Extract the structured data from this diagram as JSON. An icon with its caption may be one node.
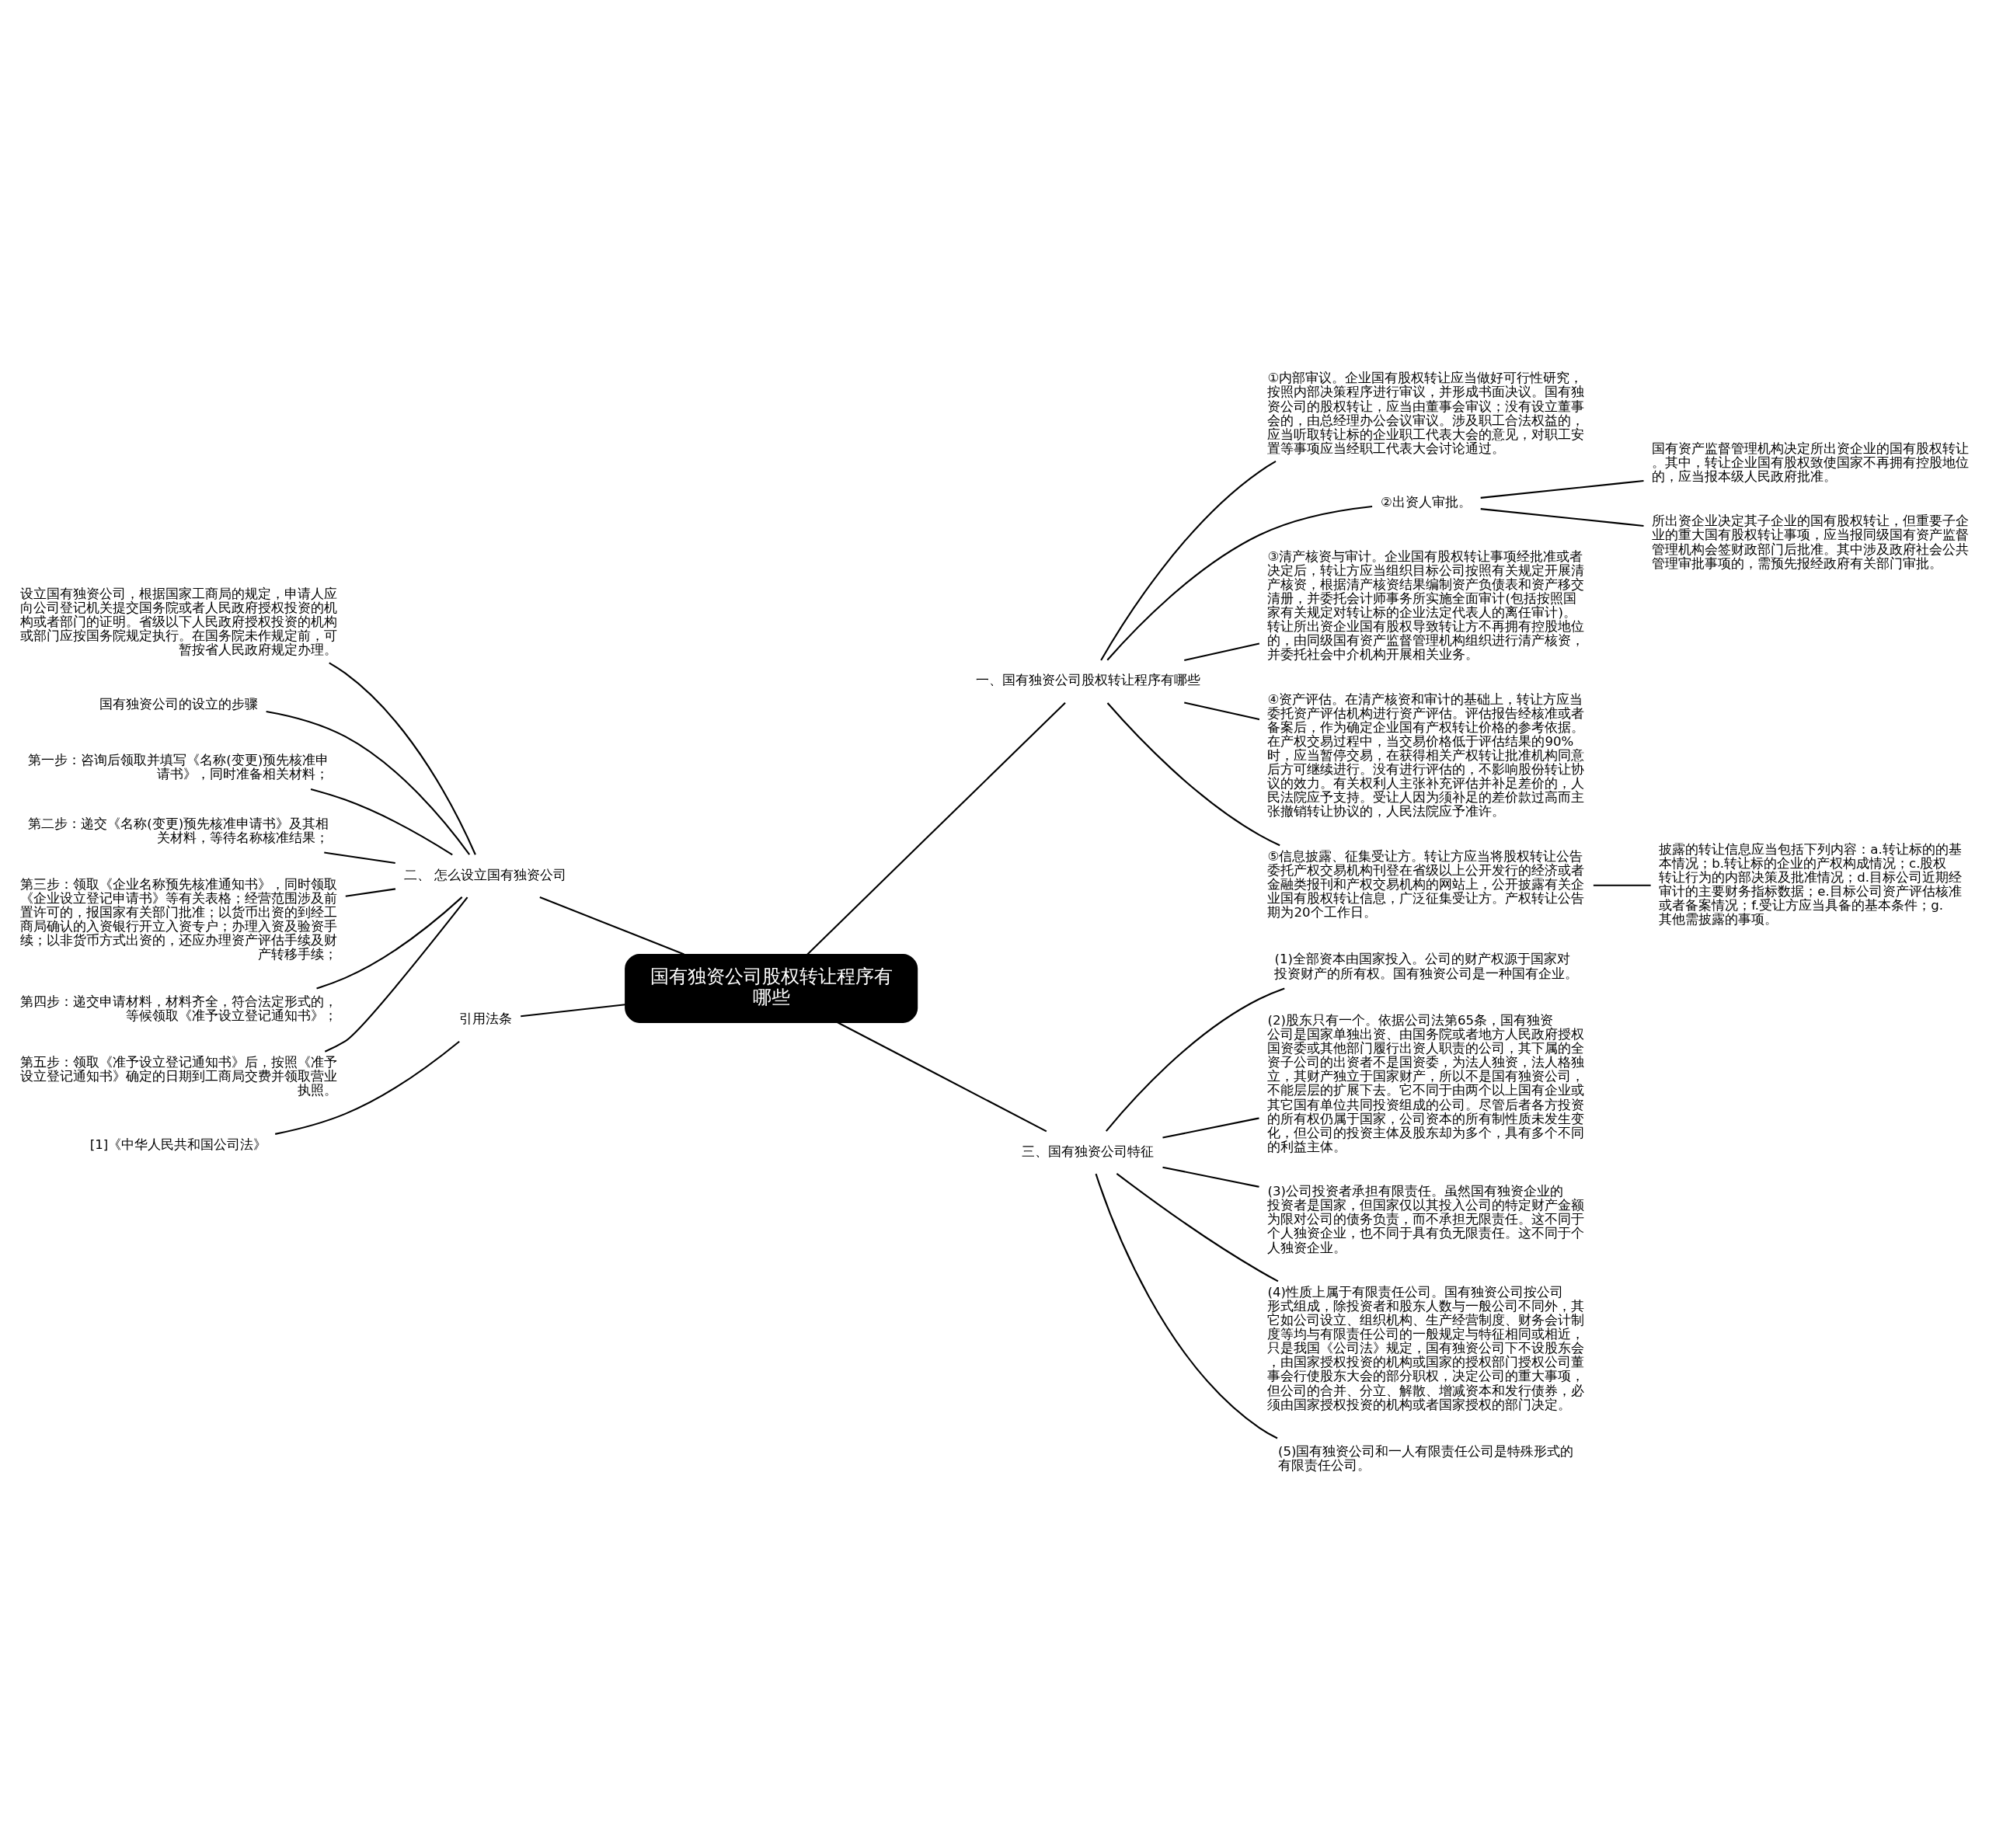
{
  "diagram": {
    "nodes": [
      {
        "text": [
          "国有独资公司股权转让程序有哪些"
        ]
      },
      {
        "text": [
          "一、国有独资公司股权转让程序有哪些"
        ]
      },
      {
        "text": [
          "①内部审议。企业国有股权转让应当做好可行性研究，按照内部决策程序进行审议，并形成书面决议。国有独资公司的股权转让，应当由董事会审议；没有设立董事会的，由总经理办公会议审议。涉及职工合法权益的，应当听取转让标的企业职工代表大会的意见，对职工安置等事项应当经职工代表大会讨论通过。"
        ]
      },
      {
        "text": [
          "②出资人审批。"
        ]
      },
      {
        "text": [
          "国有资产监督管理机构决定所出资企业的国有股权转让。其中，转让企业国有股权致使国家不再拥有控股地位的，应当报本级人民政府批准。"
        ]
      },
      {
        "text": [
          "所出资企业决定其子企业的国有股权转让，但重要子企业的重大国有股权转让事项，应当报同级国有资产监督管理机构会签财政部门后批准。其中涉及政府社会公共管理审批事项的，需预先报经政府有关部门审批。"
        ]
      },
      {
        "text": [
          "③清产核资与审计。企业国有股权转让事项经批准或者决定后，转让方应当组织目标公司按照有关规定开展清产核资，根据清产核资结果编制资产负债表和资产移交清册，并委托会计师事务所实施全面审计(包括按照国家有关规定对转让标的企业法定代表人的离任审计)。转让所出资企业国有股权导致转让方不再拥有控股地位的，由同级国有资产监督管理机构组织进行清产核资，并委托社会中介机构开展相关业务。"
        ]
      },
      {
        "text": [
          "④资产评估。在清产核资和审计的基础上，转让方应当委托资产评估机构进行资产评估。评估报告经核准或者备案后，作为确定企业国有产权转让价格的参考依据。在产权交易过程中，当交易价格低于评估结果的90%时，应当暂停交易，在获得相关产权转让批准机构同意后方可继续进行。没有进行评估的，不影响股份转让协议的效力。有关权利人主张补充评估并补足差价的，人民法院应予支持。受让人因为须补足的差价款过高而主张撤销转让协议的，人民法院应予准许。"
        ]
      },
      {
        "text": [
          "⑤信息披露、征集受让方。转让方应当将股权转让公告委托产权交易机构刊登在省级以上公开发行的经济或者金融类报刊和产权交易机构的网站上，公开披露有关企业国有股权转让信息，广泛征集受让方。产权转让公告期为20个工作日。"
        ]
      },
      {
        "text": [
          "披露的转让信息应当包括下列内容：a.转让标的的基本情况；b.转让标的企业的产权构成情况；c.股权转让行为的内部决策及批准情况；d.目标公司近期经审计的主要财务指标数据；e.目标公司资产评估核准或者备案情况；f.受让方应当具备的基本条件；g.其他需披露的事项。"
        ]
      },
      {
        "text": [
          "二、 怎么设立国有独资公司"
        ]
      },
      {
        "text": [
          "设立国有独资公司，根据国家工商局的规定，申请人应向公司登记机关提交国务院或者人民政府授权投资的机构或者部门的证明。省级以下人民政府授权投资的机构或部门应按国务院规定执行。在国务院未作规定前，可暂按省人民政府规定办理。"
        ]
      },
      {
        "text": [
          "国有独资公司的设立的步骤"
        ]
      },
      {
        "text": [
          "第一步：咨询后领取并填写《名称(变更)预先核准申请书》，同时准备相关材料；"
        ]
      },
      {
        "text": [
          "第二步：递交《名称(变更)预先核准申请书》及其相关材料，等待名称核准结果；"
        ]
      },
      {
        "text": [
          "第三步：领取《企业名称预先核准通知书》，同时领取《企业设立登记申请书》等有关表格；经营范围涉及前置许可的，报国家有关部门批准；以货币出资的到经工商局确认的入资银行开立入资专户；办理入资及验资手续；以非货币方式出资的，还应办理资产评估手续及财产转移手续；"
        ]
      },
      {
        "text": [
          "第四步：递交申请材料，材料齐全，符合法定形式的，等候领取《准予设立登记通知书》；"
        ]
      },
      {
        "text": [
          "第五步：领取《准予设立登记通知书》后，按照《准予设立登记通知书》确定的日期到工商局交费并领取营业执照。"
        ]
      },
      {
        "text": [
          "引用法条"
        ]
      },
      {
        "text": [
          "[1]《中华人民共和国公司法》"
        ]
      },
      {
        "text": [
          "三、国有独资公司特征"
        ]
      },
      {
        "text": [
          "(1)全部资本由国家投入。公司的财产权源于国家对投资财产的所有权。国有独资公司是一种国有企业。"
        ]
      },
      {
        "text": [
          "(2)股东只有一个。依据公司法第65条，国有独资公司是国家单独出资、由国务院或者地方人民政府授权国资委或其他部门履行出资人职责的公司，其下属的全资子公司的出资者不是国资委，为法人独资，法人格独立，其财产独立于国家财产，所以不是国有独资公司，不能层层的扩展下去。它不同于由两个以上国有企业或其它国有单位共同投资组成的公司。尽管后者各方投资的所有权仍属于国家，公司资本的所有制性质未发生变化，但公司的投资主体及股东却为多个，具有多个不同的利益主体。"
        ]
      },
      {
        "text": [
          "(3)公司投资者承担有限责任。虽然国有独资企业的投资者是国家，但国家仅以其投入公司的特定财产金额为限对公司的债务负责，而不承担无限责任。这不同于个人独资企业，也不同于具有负无限责任。这不同于个人独资企业。"
        ]
      },
      {
        "text": [
          "(4)性质上属于有限责任公司。国有独资公司按公司形式组成，除投资者和股东人数与一般公司不同外，其它如公司设立、组织机构、生产经营制度、财务会计制度等均与有限责任公司的一般规定与特征相同或相近，只是我国《公司法》规定，国有独资公司下不设股东会，由国家授权投资的机构或国家的授权部门授权公司董事会行使股东大会的部分职权，决定公司的重大事项，但公司的合并、分立、解散、增减资本和发行债券，必须由国家授权投资的机构或者国家授权的部门决定。"
        ]
      },
      {
        "text": [
          "(5)国有独资公司和一人有限责任公司是特殊形式的有限责任公司。"
        ]
      }
    ],
    "edges": [
      {
        "from": 0,
        "to": 1,
        "arrow": "none"
      },
      {
        "from": 1,
        "to": 2,
        "arrow": "none"
      },
      {
        "from": 1,
        "to": 3,
        "arrow": "none"
      },
      {
        "from": 3,
        "to": 4,
        "arrow": "none"
      },
      {
        "from": 3,
        "to": 5,
        "arrow": "none"
      },
      {
        "from": 1,
        "to": 6,
        "arrow": "none"
      },
      {
        "from": 1,
        "to": 7,
        "arrow": "none"
      },
      {
        "from": 1,
        "to": 8,
        "arrow": "none"
      },
      {
        "from": 8,
        "to": 9,
        "arrow": "none"
      },
      {
        "from": 0,
        "to": 10,
        "arrow": "none"
      },
      {
        "from": 10,
        "to": 11,
        "arrow": "none"
      },
      {
        "from": 10,
        "to": 12,
        "arrow": "none"
      },
      {
        "from": 10,
        "to": 13,
        "arrow": "none"
      },
      {
        "from": 10,
        "to": 14,
        "arrow": "none"
      },
      {
        "from": 10,
        "to": 15,
        "arrow": "none"
      },
      {
        "from": 10,
        "to": 16,
        "arrow": "none"
      },
      {
        "from": 10,
        "to": 17,
        "arrow": "none"
      },
      {
        "from": 0,
        "to": 18,
        "arrow": "none"
      },
      {
        "from": 18,
        "to": 19,
        "arrow": "none"
      },
      {
        "from": 0,
        "to": 20,
        "arrow": "none"
      },
      {
        "from": 20,
        "to": 21,
        "arrow": "none"
      },
      {
        "from": 20,
        "to": 22,
        "arrow": "none"
      },
      {
        "from": 20,
        "to": 23,
        "arrow": "none"
      },
      {
        "from": 20,
        "to": 24,
        "arrow": "none"
      },
      {
        "from": 20,
        "to": 25,
        "arrow": "none"
      }
    ]
  }
}
